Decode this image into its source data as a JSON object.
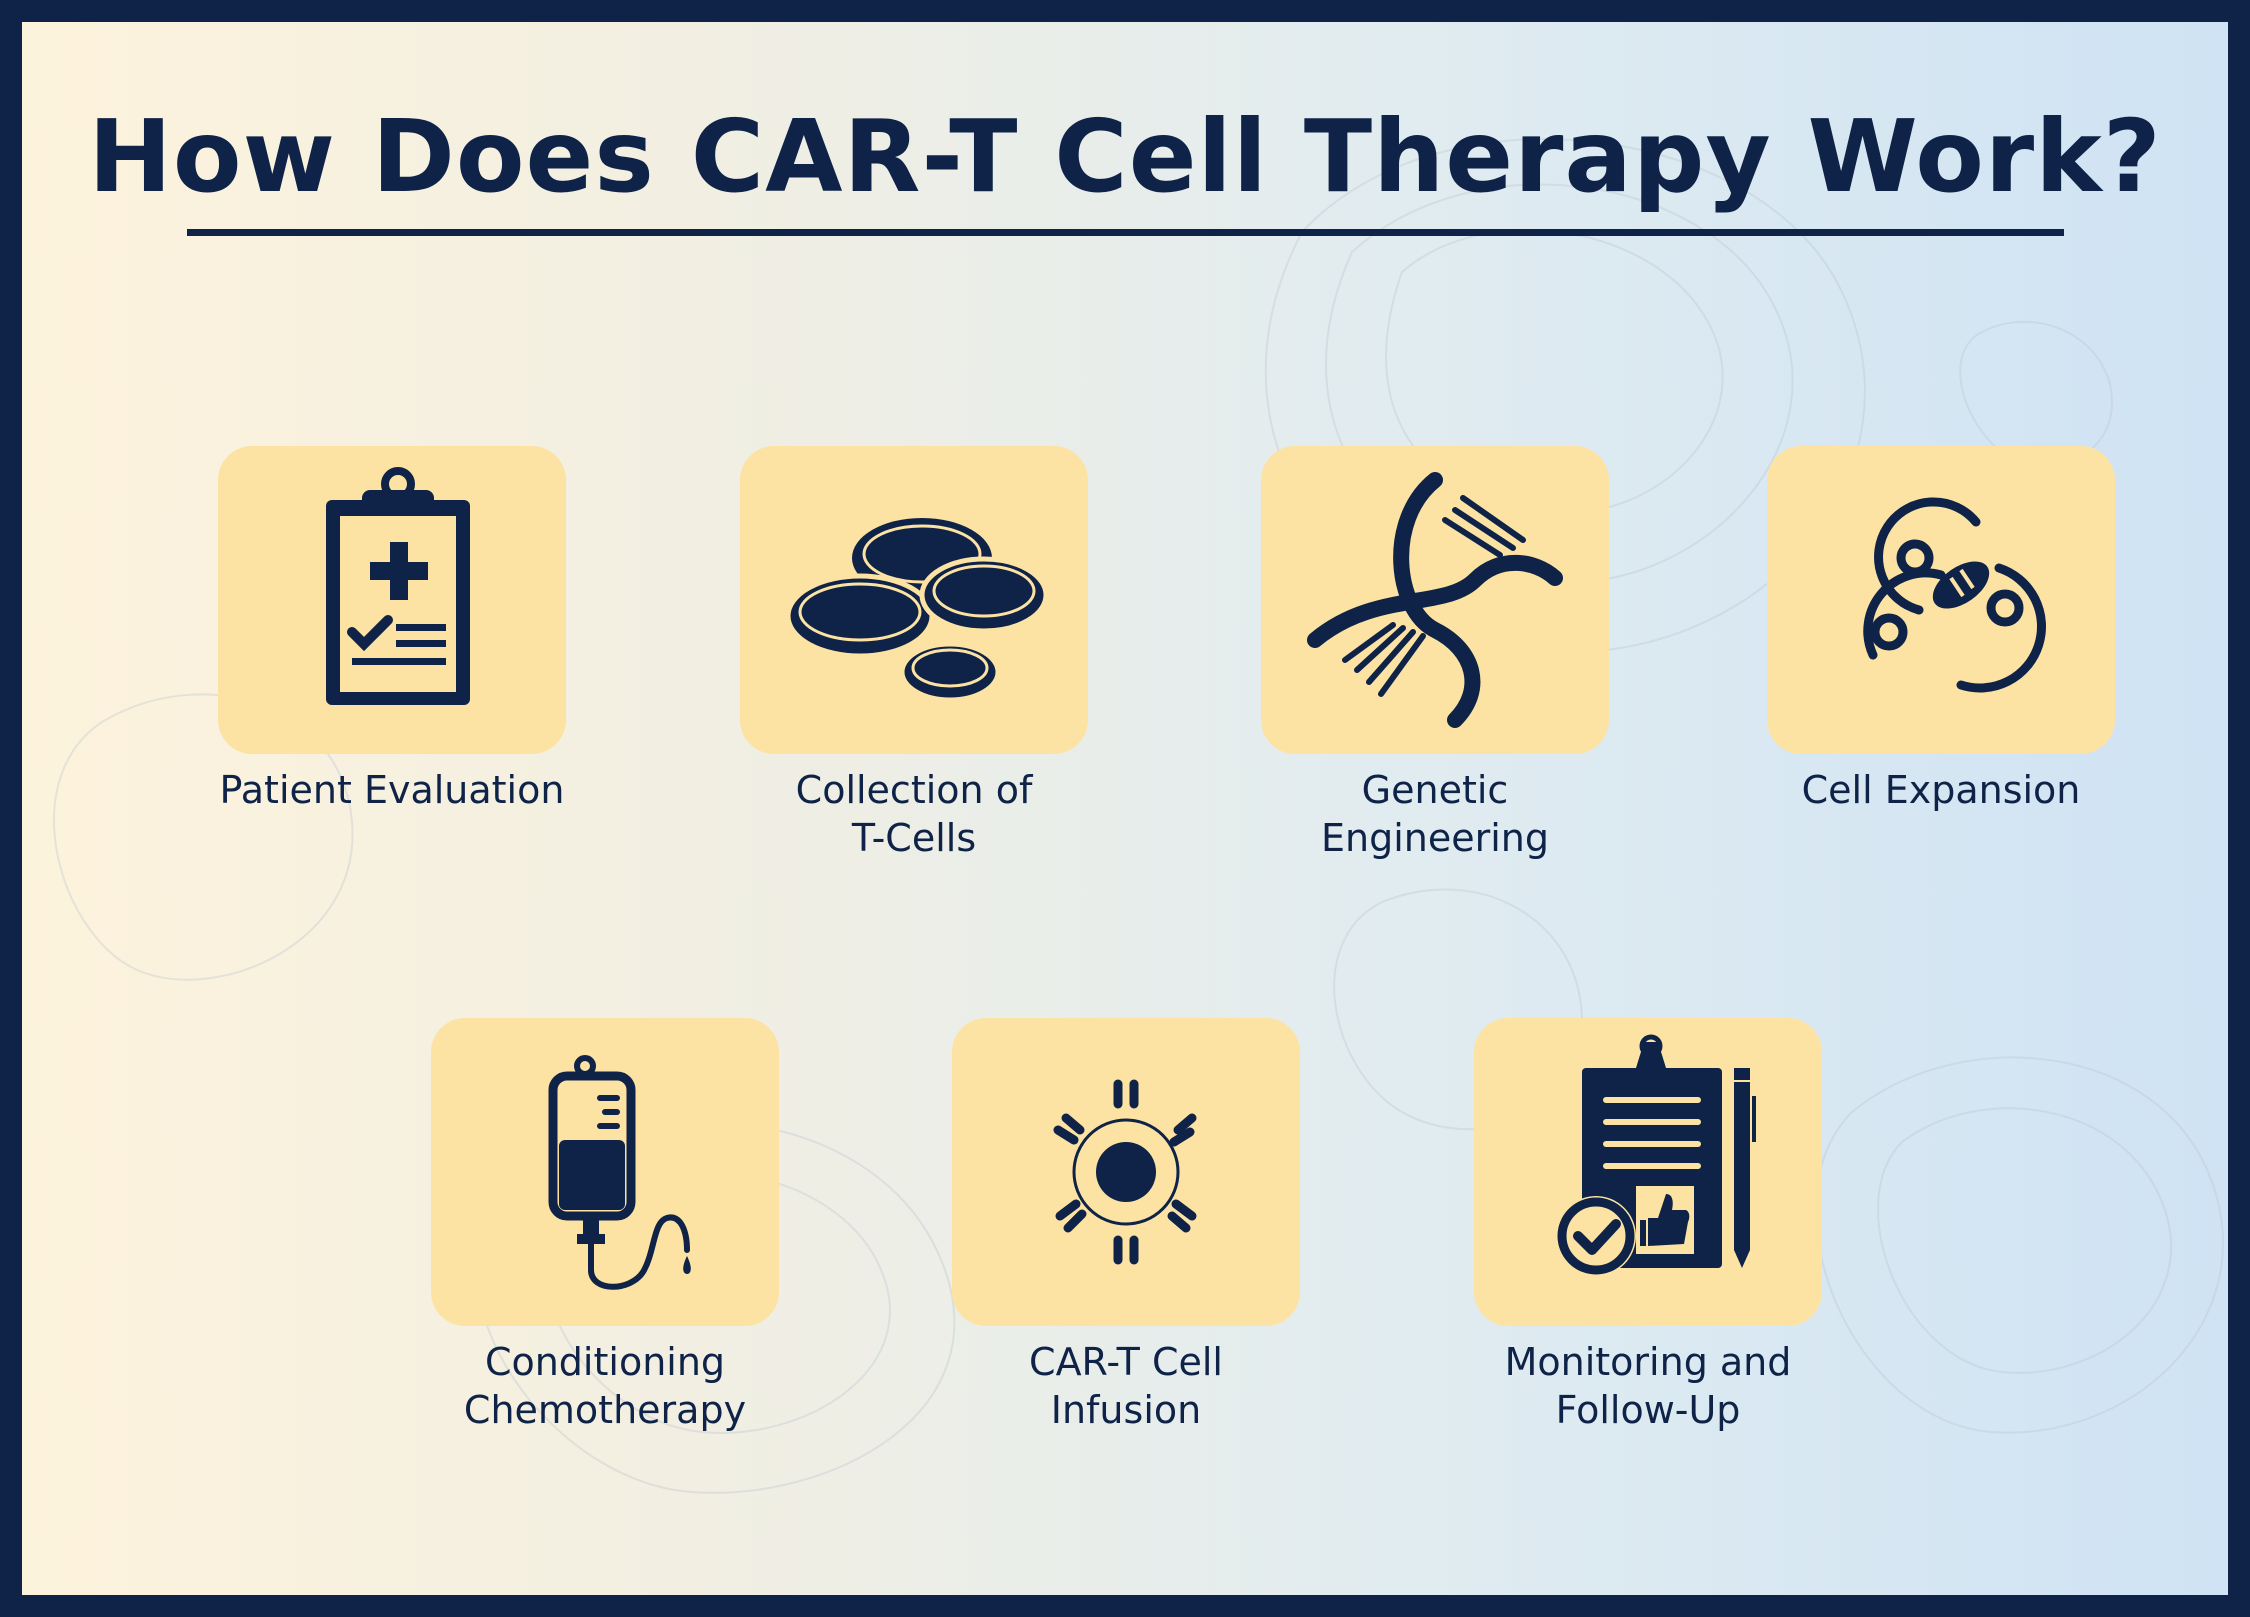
{
  "title": "How Does CAR-T Cell Therapy Work?",
  "colors": {
    "navy": "#0e2347",
    "tile": "#fde3a3",
    "bg_left": "#fdf3dc",
    "bg_right": "#cfe3f4"
  },
  "steps": [
    {
      "lines": [
        "Patient Evaluation"
      ],
      "icon": "clipboard-medical-icon"
    },
    {
      "lines": [
        "Collection of",
        "T-Cells"
      ],
      "icon": "blood-cells-icon"
    },
    {
      "lines": [
        "Genetic",
        "Engineering"
      ],
      "icon": "dna-helix-icon"
    },
    {
      "lines": [
        "Cell Expansion"
      ],
      "icon": "dividing-cells-icon"
    },
    {
      "lines": [
        "Conditioning",
        "Chemotherapy"
      ],
      "icon": "iv-bag-icon"
    },
    {
      "lines": [
        "CAR-T Cell",
        "Infusion"
      ],
      "icon": "radiating-cell-icon"
    },
    {
      "lines": [
        "Monitoring and",
        "Follow-Up"
      ],
      "icon": "checklist-approval-icon"
    }
  ]
}
